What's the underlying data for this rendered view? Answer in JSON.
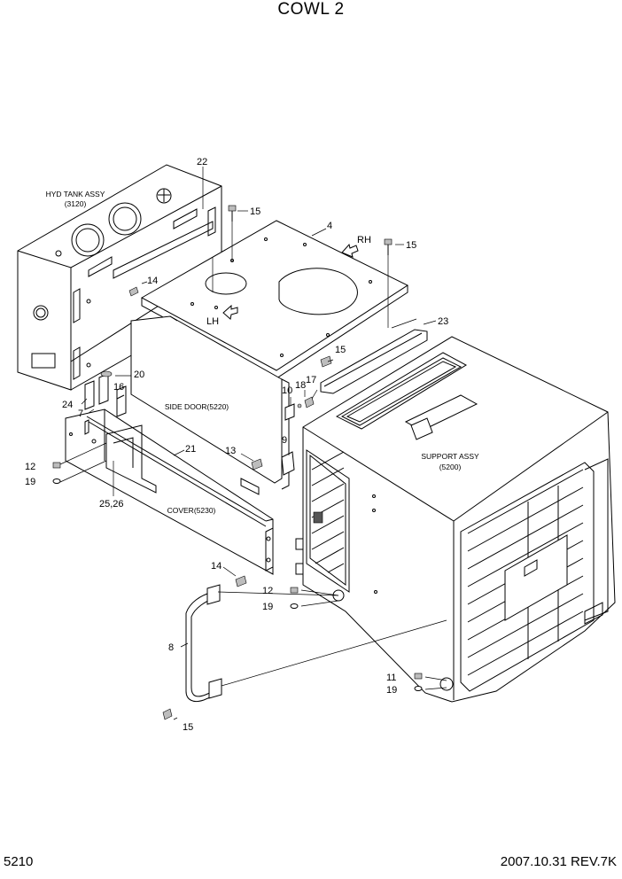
{
  "title": "COWL 2",
  "footer": {
    "page_no": "5210",
    "revision": "2007.10.31  REV.7K"
  },
  "assembly_labels": {
    "hyd_tank_1": "HYD TANK ASSY",
    "hyd_tank_2": "(3120)",
    "side_door": "SIDE DOOR(5220)",
    "support_1": "SUPPORT ASSY",
    "support_2": "(5200)",
    "cover": "COVER(5230)"
  },
  "directions": {
    "rh": "RH",
    "lh": "LH"
  },
  "callouts": {
    "p22": "22",
    "p15a": "15",
    "p4": "4",
    "p15b": "15",
    "p14a": "14",
    "p23": "23",
    "p15c": "15",
    "p20": "20",
    "p10": "10",
    "p18": "18",
    "p17": "17",
    "p16": "16",
    "p24": "24",
    "p7": "7",
    "p9": "9",
    "p21": "21",
    "p13": "13",
    "p12a": "12",
    "p19a": "19",
    "p2526": "25,26",
    "p14b": "14",
    "p12b": "12",
    "p19b": "19",
    "p8": "8",
    "p11": "11",
    "p19c": "19",
    "p15d": "15"
  }
}
